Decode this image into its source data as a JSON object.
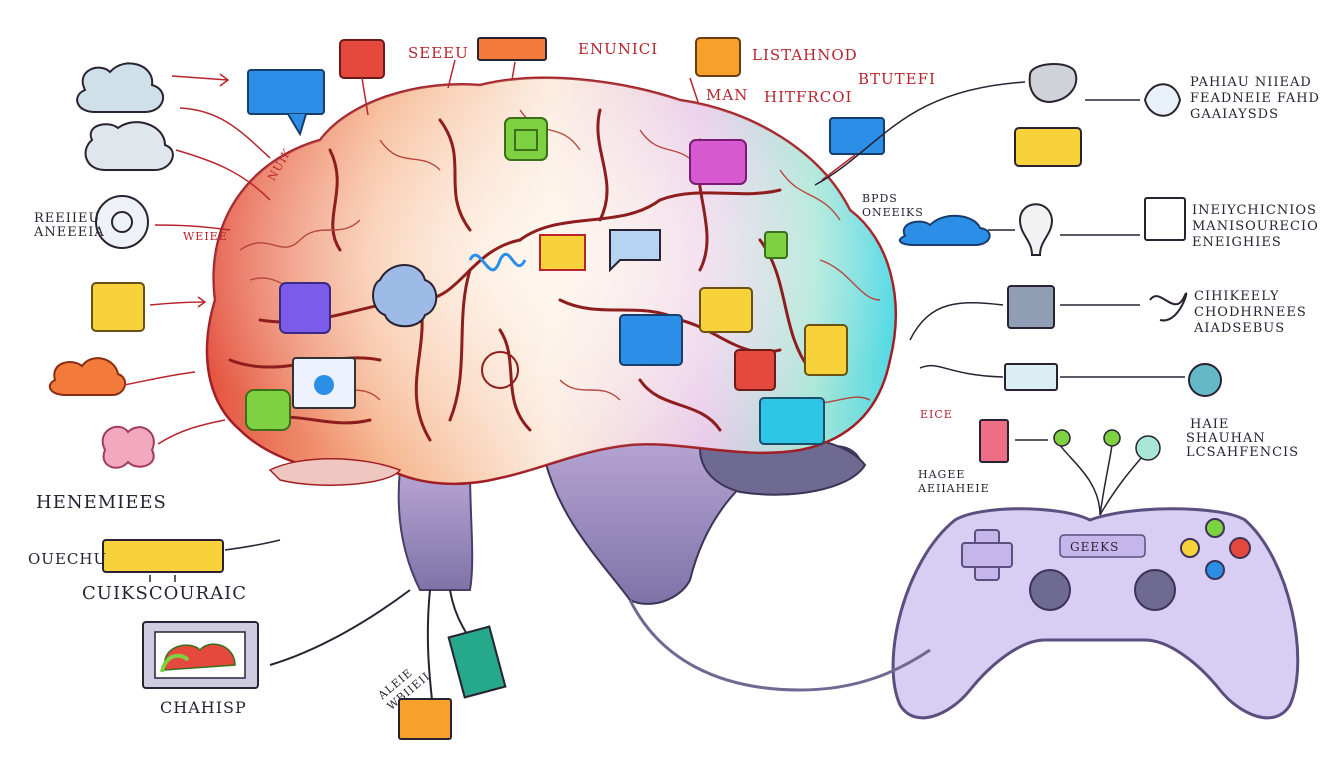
{
  "labels": {
    "top_1": "SEEEU",
    "top_2": "ENUNICI",
    "top_3": "LISTAHNOD",
    "top_4": "MAN",
    "top_5": "HITFRCOI",
    "top_6": "BTUTEFI",
    "left_arrow_1": "NUIK",
    "left_arrow_2": "WEIEE",
    "left_side": "REEIIEU ANEEEIA",
    "left_bottom": "HENEMIEES",
    "left_bar": "OUECHU",
    "left_bar_caption": "CUIKSCOURAIC",
    "chart_caption": "CHAHISP",
    "right_cloud": "BPDS ONEEIKS",
    "right_text_1a": "PAHIAU NIIEAD",
    "right_text_1b": "FEADNEIE FAHD",
    "right_text_1c": "GAAIAYSDS",
    "right_text_2a": "INEIYCHICNIOS",
    "right_text_2b": "MANISOURECIO",
    "right_text_2c": "ENEIGHIES",
    "right_text_3a": "CIHIKEELY",
    "right_text_3b": "CHODHRNEES",
    "right_text_3c": "AIADSEBUS",
    "right_text_4a": "HAIE",
    "right_text_4b": "SHAUHAN",
    "right_text_4c": "LCSAHFENCIS",
    "right_small_1": "EICE",
    "right_small_2": "HAGEE AEIIAHEIE",
    "bottom_small": "ALEIE WBIIEII",
    "controller": "GEEKS"
  },
  "colors": {
    "brain_red": "#e25b4a",
    "brain_orange": "#f4a46a",
    "brain_purple": "#b792d8",
    "brain_cyan": "#6fe4e6",
    "vein": "#8e1d1d",
    "controller": "#d8cdf2",
    "cable": "#8a86ae",
    "sticky_yellow": "#f7d23b",
    "sticky_blue": "#2b8fe8",
    "sticky_red": "#e5483d",
    "sticky_magenta": "#d85ad1",
    "sticky_green": "#7ed140",
    "sticky_purple": "#7a5ce8",
    "sticky_teal": "#25a98a"
  },
  "icons": [
    "cloud-icon",
    "thought-bubble-icon",
    "gear-icon",
    "tree-icon",
    "flower-icon",
    "speech-bubble-icon",
    "puzzle-icon",
    "target-icon",
    "document-icon",
    "network-icon",
    "gamepad-icon"
  ]
}
